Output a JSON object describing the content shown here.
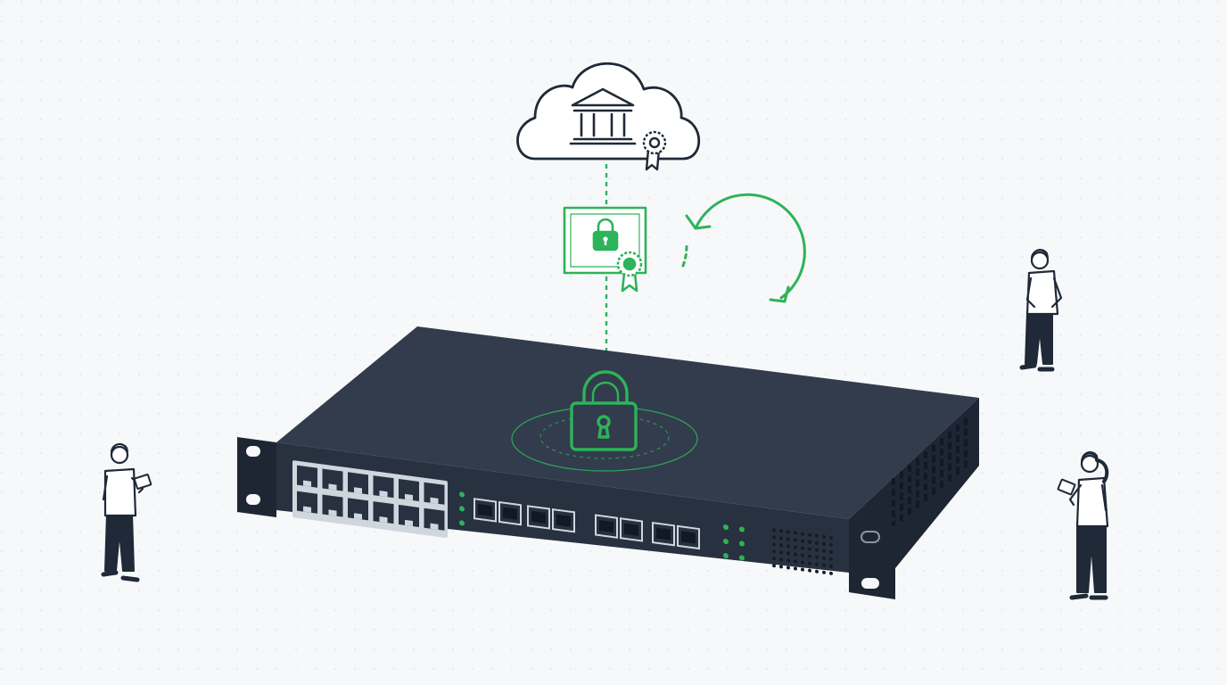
{
  "colors": {
    "background": "#f7f8f9",
    "dot_grid": "#e3e6ea",
    "ink": "#1f2937",
    "accent_green": "#2db35a",
    "device_top": "#323c4c",
    "device_front": "#283140",
    "device_side": "#1e2633",
    "port_steel": "#cfd6de",
    "shirt": "#ffffff",
    "pants": "#1f2937"
  },
  "icons": {
    "cloud": "cloud-icon",
    "institution": "bank-building-icon",
    "cloud_badge": "award-ribbon-icon",
    "certificate": "certificate-icon",
    "certificate_lock": "padlock-icon",
    "certificate_seal": "award-ribbon-icon",
    "renewal": "refresh-cycle-icon",
    "device_lock": "padlock-icon"
  },
  "device": {
    "rj45_port_count": 12,
    "sfp_module_count": 8,
    "status_led_count": 9
  },
  "people_count": 3
}
